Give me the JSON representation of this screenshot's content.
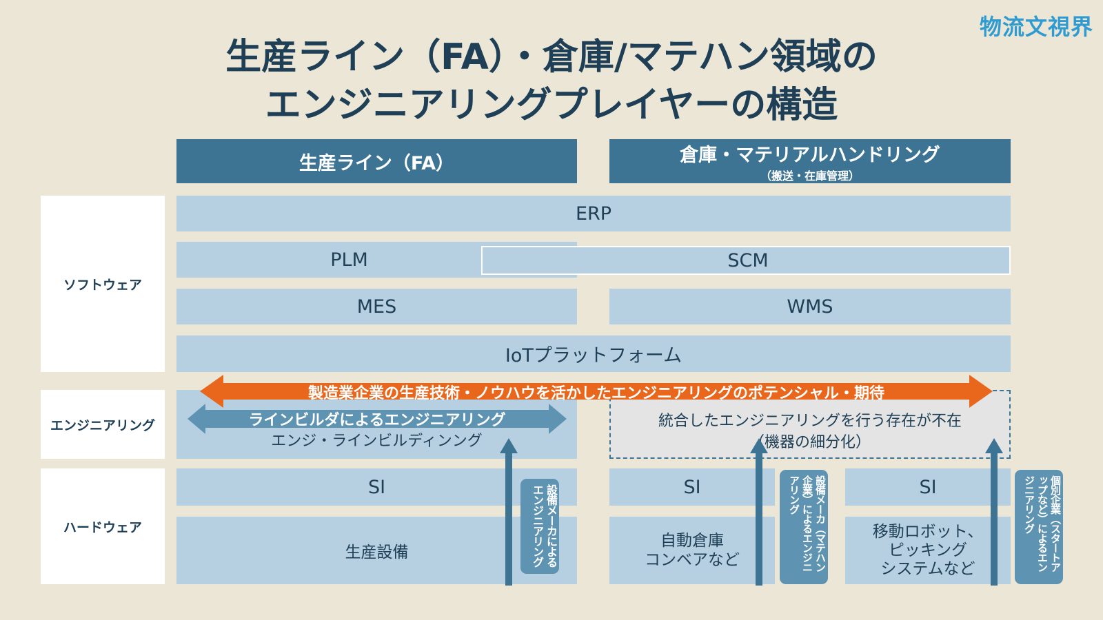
{
  "brand": "物流文視界",
  "title": {
    "line1": "生産ライン（FA）・倉庫/マテハン領域の",
    "line2": "エンジニアリングプレイヤーの構造"
  },
  "headers": {
    "fa": "生産ライン（FA）",
    "warehouse": "倉庫・マテリアルハンドリング",
    "warehouse_sub": "（搬送・在庫管理）"
  },
  "row_labels": {
    "software": "ソフトウェア",
    "engineering": "エンジニアリング",
    "hardware": "ハードウェア"
  },
  "software": {
    "erp": "ERP",
    "plm": "PLM",
    "scm": "SCM",
    "mes": "MES",
    "wms": "WMS",
    "iot": "IoTプラットフォーム"
  },
  "engineering": {
    "big_arrow": "製造業企業の生産技術・ノウハウを活かしたエンジニアリングのポテンシャル・期待",
    "line_builder_arrow": "ラインビルダによるエンジニアリング",
    "line_builder_text": "エンジ・ラインビルディンング",
    "absent_line1": "統合したエンジニアリングを行う存在が不在",
    "absent_line2": "（機器の細分化）"
  },
  "hardware": {
    "si_fa": "SI",
    "equipment_fa": "生産設備",
    "si_wh": "SI",
    "equipment_wh_line1": "自動倉庫",
    "equipment_wh_line2": "コンベアなど",
    "si_robot": "SI",
    "equipment_robot_line1": "移動ロボット、",
    "equipment_robot_line2": "ピッキング",
    "equipment_robot_line3": "システムなど"
  },
  "vertical_labels": {
    "fa_maker": "設備メーカによるエンジニアリング",
    "wh_maker": "設備メーカ（マテハン企業）によるエンジニアリング",
    "individual": "個別企業（スタートアップなど）によるエンジニアリング"
  },
  "colors": {
    "background": "#ece6d6",
    "header": "#3d7494",
    "cell": "#b7d0e1",
    "orange_arrow": "#e8671c",
    "blue_arrow": "#5f93b2",
    "up_arrow": "#3d7494",
    "brand": "#2f9bd1"
  }
}
